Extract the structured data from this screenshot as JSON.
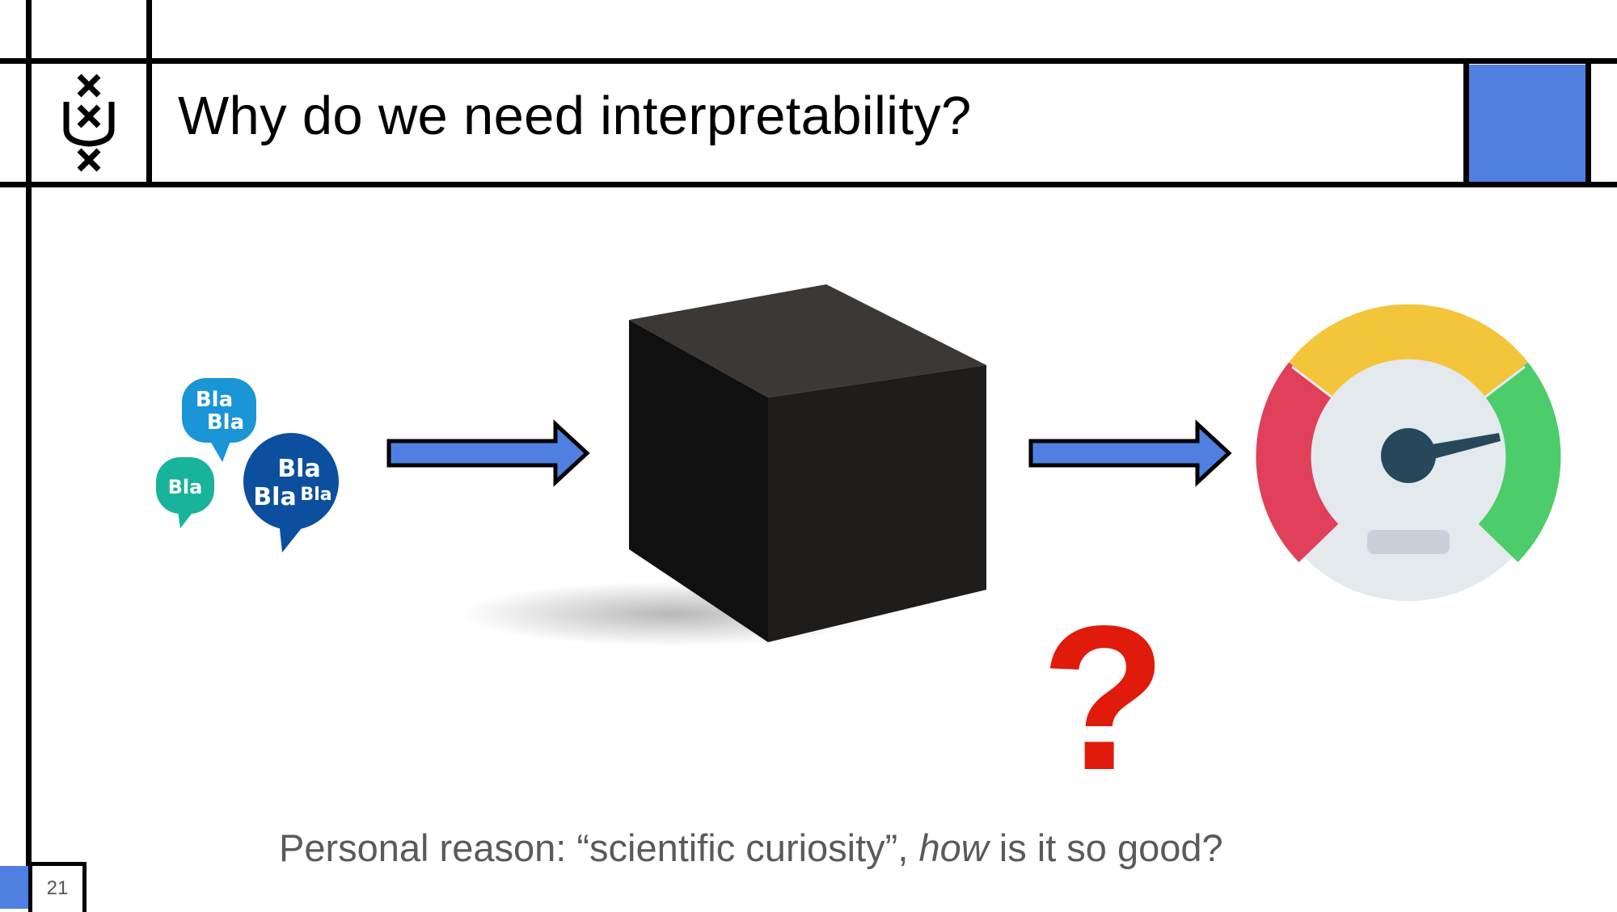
{
  "slide": {
    "title": "Why do we need interpretability?",
    "page_number": "21",
    "caption_prefix": "Personal reason: “scientific curiosity”, ",
    "caption_emphasis": "how",
    "caption_suffix": " is it so good?"
  },
  "illustration": {
    "speech_bubbles": {
      "bubble_1": [
        "Bla",
        "Bla"
      ],
      "bubble_2": [
        "Bla"
      ],
      "bubble_3": [
        "Bla",
        "Bla",
        "Bla"
      ]
    },
    "model_icon": "black-box-cube",
    "performance_icon": "speedometer-gauge",
    "question_mark": "?"
  },
  "colors": {
    "accent_blue": "#4f7fe0",
    "question_red": "#e01b0b",
    "bubble_light_blue": "#1a95d6",
    "bubble_teal": "#17b39a",
    "bubble_dark_blue": "#0c4f9e",
    "gauge_red": "#e0405a",
    "gauge_yellow": "#f2c53a",
    "gauge_green": "#4ccc6a"
  }
}
